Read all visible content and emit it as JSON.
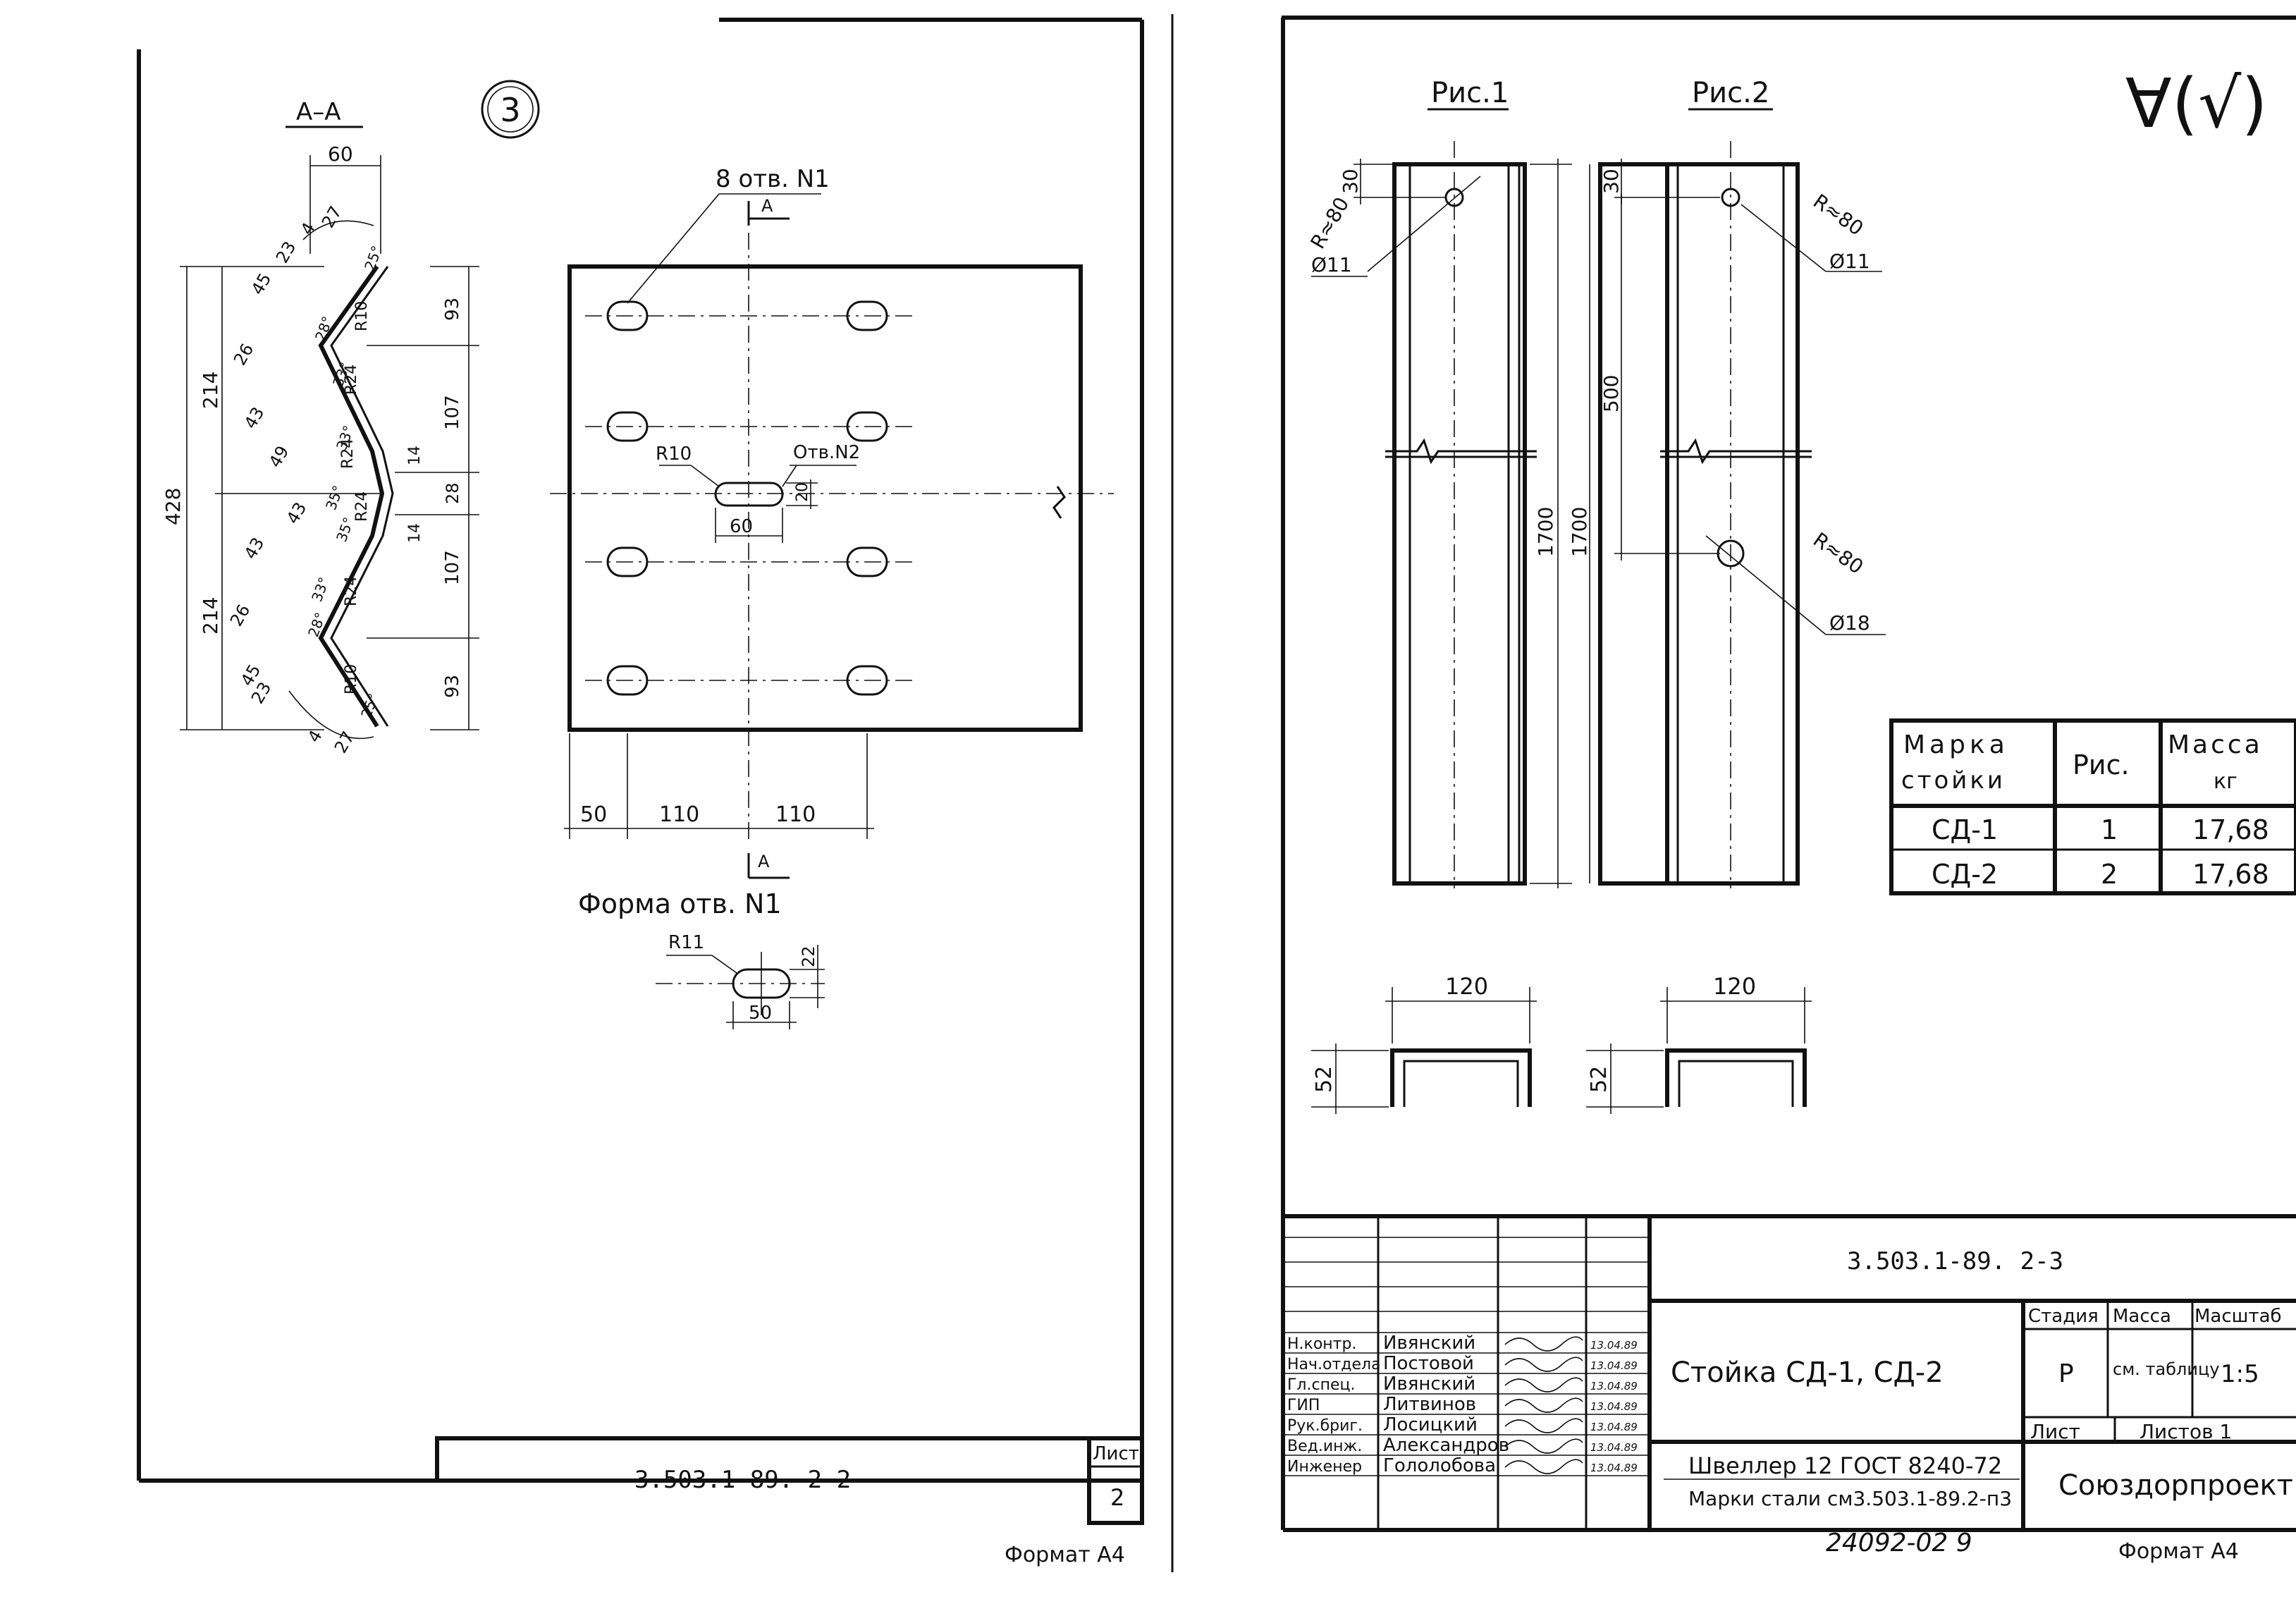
{
  "left_sheet": {
    "section_label": "А–А",
    "view_number": "3",
    "holes_note": "8 отв. N1",
    "section_mark": "А",
    "hole2_label": "Отв.N2",
    "r10": "R10",
    "dim_hole2_len": "60",
    "dim_hole2_w": "20",
    "dims_bottom": [
      "50",
      "110",
      "110"
    ],
    "profile_dims": {
      "top_w": "60",
      "total": "428",
      "half_top": "214",
      "half_bot": "214",
      "right": [
        "93",
        "107",
        "28",
        "107",
        "93"
      ],
      "right_small": [
        "14",
        "14"
      ],
      "diag": [
        "27",
        "4",
        "23",
        "45",
        "26",
        "43",
        "49",
        "43",
        "43",
        "26",
        "45",
        "23",
        "4",
        "27"
      ],
      "radii": [
        "R10",
        "R24",
        "R24",
        "R24",
        "R24",
        "R10"
      ],
      "angles": [
        "25°",
        "28°",
        "33°",
        "33°",
        "35°",
        "35°",
        "33°",
        "28°",
        "25°"
      ]
    },
    "hole_form_title": "Форма отв. N1",
    "r11": "R11",
    "dim_hole1_h": "22",
    "dim_hole1_len": "50",
    "stamp_code": "3.503.1-89. 2-2",
    "sheet_label": "Лист",
    "sheet_no": "2",
    "format": "Формат А4"
  },
  "right_sheet": {
    "fig1": "Рис.1",
    "fig2": "Рис.2",
    "roughness": "∀(√)",
    "fig1_dims": {
      "top": "30",
      "r": "R≈80",
      "d": "Ø11",
      "len": "1700"
    },
    "fig2_dims": {
      "top": "30",
      "r1": "R≈80",
      "d1": "Ø11",
      "mid": "500",
      "len": "1700",
      "r2": "R≈80",
      "d2": "Ø18"
    },
    "channel_w": "120",
    "channel_h": "52",
    "table": {
      "headers": [
        "Марка стойки",
        "Рис.",
        "Масса кг"
      ],
      "rows": [
        [
          "СД-1",
          "1",
          "17,68"
        ],
        [
          "СД-2",
          "2",
          "17,68"
        ]
      ]
    },
    "stamp": {
      "code": "3.503.1-89. 2-3",
      "title": "Стойка СД-1, СД-2",
      "material_1": "Швеллер 12 ГОСТ 8240-72",
      "material_2": "Марки стали см3.503.1-89.2-п3",
      "org": "Союздорпроект",
      "stage_h": "Стадия",
      "mass_h": "Масса",
      "scale_h": "Масштаб",
      "stage": "Р",
      "mass": "см. таблицу",
      "scale": "1:5",
      "sheet": "Лист",
      "sheets": "Листов 1",
      "people": [
        [
          "Н.контр.",
          "Ивянский",
          "13.04.89"
        ],
        [
          "Нач.отдела",
          "Постовой",
          "13.04.89"
        ],
        [
          "Гл.спец.",
          "Ивянский",
          "13.04.89"
        ],
        [
          "ГИП",
          "Литвинов",
          "13.04.89"
        ],
        [
          "Рук.бриг.",
          "Лосицкий",
          "13.04.89"
        ],
        [
          "Вед.инж.",
          "Александров",
          "13.04.89"
        ],
        [
          "Инженер",
          "Гололобова",
          "13.04.89"
        ]
      ]
    },
    "inventory": "24092-02   9",
    "format": "Формат А4"
  }
}
